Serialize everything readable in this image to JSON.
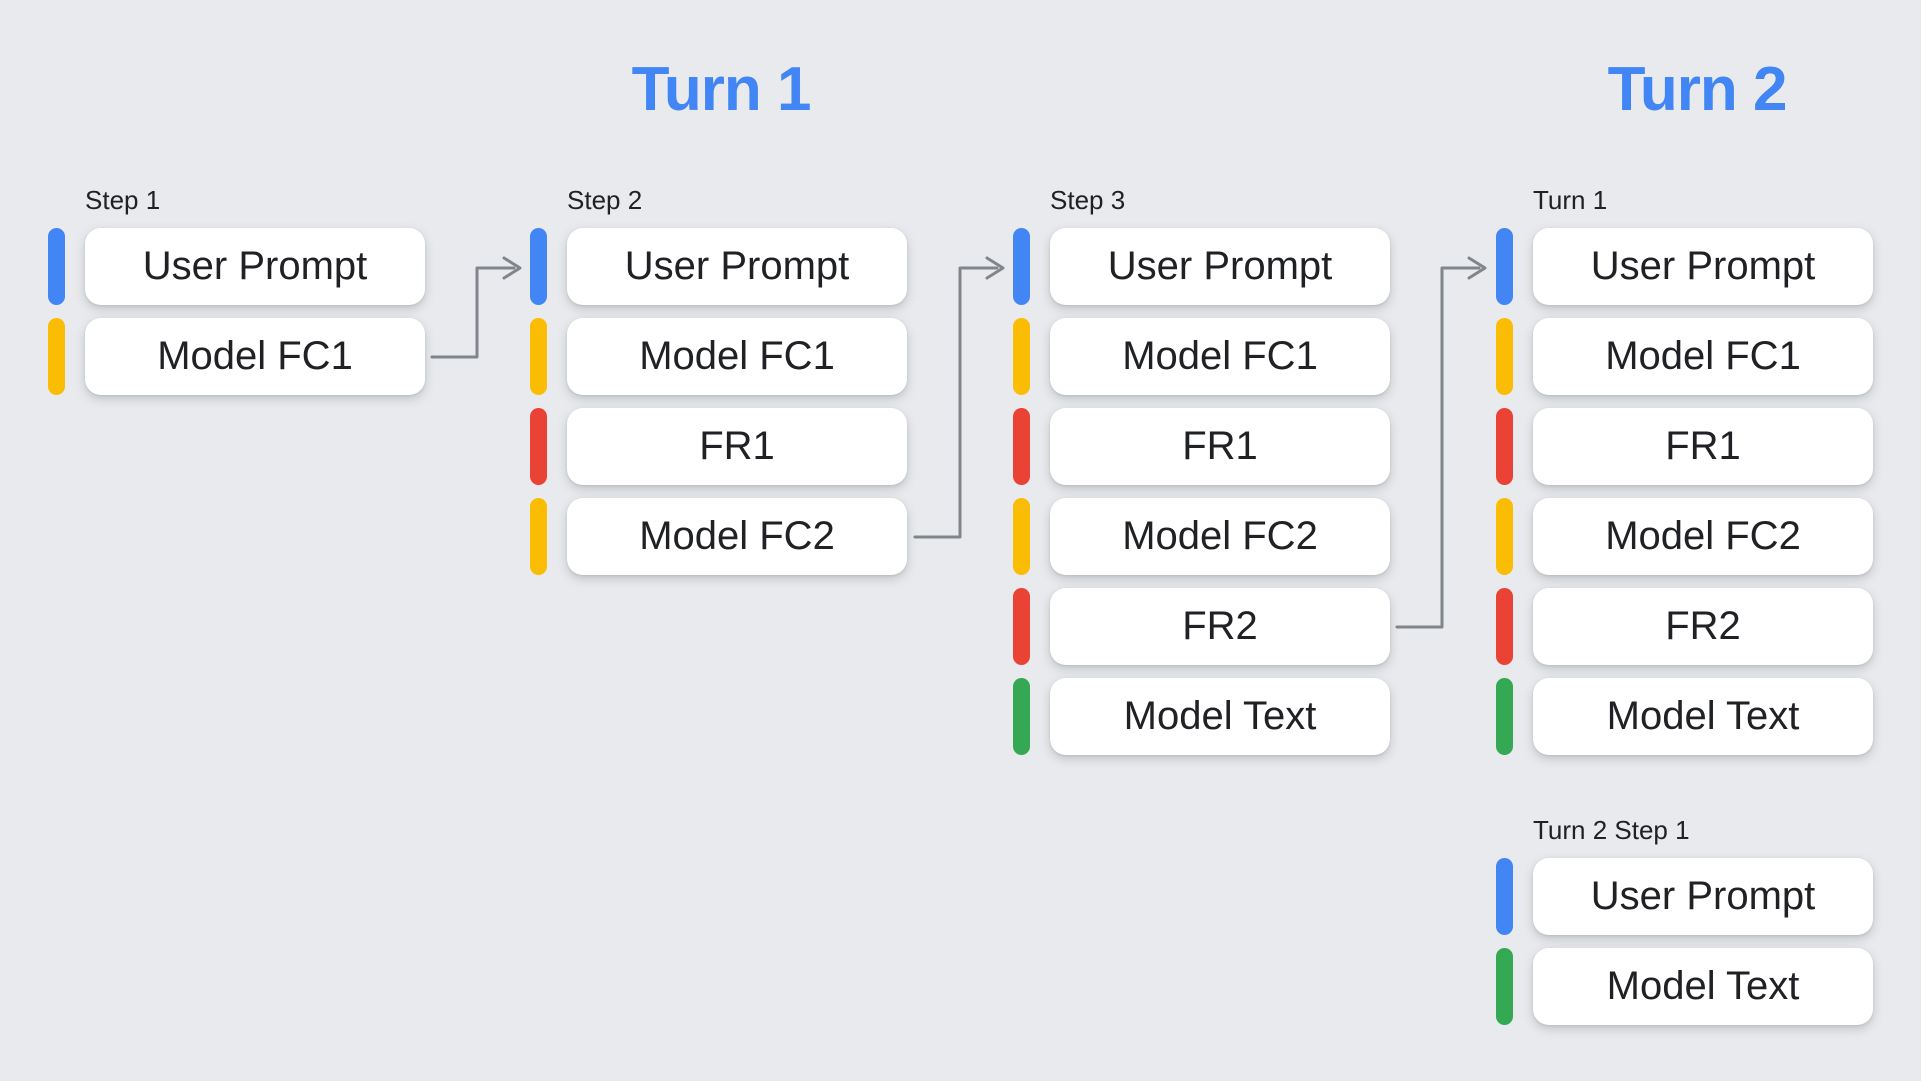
{
  "headers": {
    "turn1": "Turn 1",
    "turn2": "Turn 2"
  },
  "colors": {
    "header_blue": "#4285F4",
    "user_prompt_blue": "#4285F4",
    "model_fc_yellow": "#FBBC04",
    "function_response_red": "#EA4335",
    "model_text_green": "#34A853",
    "arrow_gray": "#80868B",
    "background_gray": "#E8EAED",
    "card_white": "#FFFFFF",
    "text_dark": "#202124"
  },
  "columns": [
    {
      "label": "Step 1",
      "items": [
        {
          "label": "User Prompt",
          "color": "#4285F4"
        },
        {
          "label": "Model FC1",
          "color": "#FBBC04"
        }
      ]
    },
    {
      "label": "Step 2",
      "items": [
        {
          "label": "User Prompt",
          "color": "#4285F4"
        },
        {
          "label": "Model FC1",
          "color": "#FBBC04"
        },
        {
          "label": "FR1",
          "color": "#EA4335"
        },
        {
          "label": "Model FC2",
          "color": "#FBBC04"
        }
      ]
    },
    {
      "label": "Step 3",
      "items": [
        {
          "label": "User Prompt",
          "color": "#4285F4"
        },
        {
          "label": "Model FC1",
          "color": "#FBBC04"
        },
        {
          "label": "FR1",
          "color": "#EA4335"
        },
        {
          "label": "Model FC2",
          "color": "#FBBC04"
        },
        {
          "label": "FR2",
          "color": "#EA4335"
        },
        {
          "label": "Model Text",
          "color": "#34A853"
        }
      ]
    },
    {
      "label": "Turn 1",
      "items": [
        {
          "label": "User Prompt",
          "color": "#4285F4"
        },
        {
          "label": "Model FC1",
          "color": "#FBBC04"
        },
        {
          "label": "FR1",
          "color": "#EA4335"
        },
        {
          "label": "Model FC2",
          "color": "#FBBC04"
        },
        {
          "label": "FR2",
          "color": "#EA4335"
        },
        {
          "label": "Model Text",
          "color": "#34A853"
        }
      ]
    },
    {
      "label": "Turn 2 Step 1",
      "items": [
        {
          "label": "User Prompt",
          "color": "#4285F4"
        },
        {
          "label": "Model Text",
          "color": "#34A853"
        }
      ]
    }
  ]
}
